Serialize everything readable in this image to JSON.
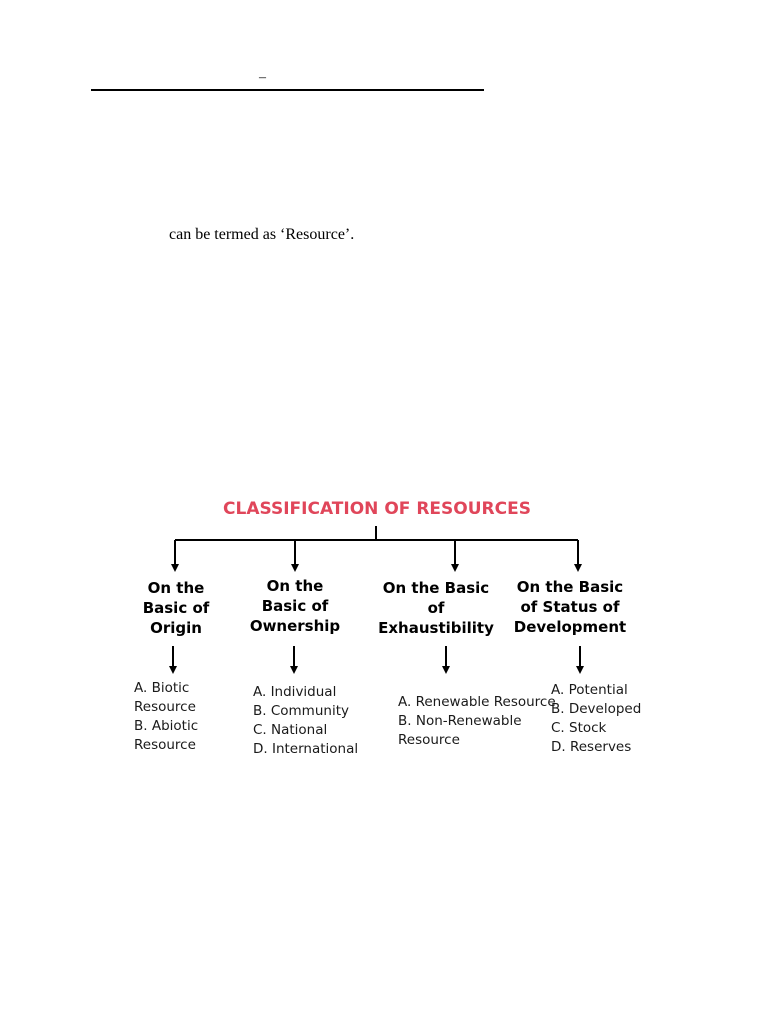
{
  "document": {
    "header_mark": "–",
    "body_line": "can be termed as ‘Resource’."
  },
  "diagram": {
    "title": "CLASSIFICATION OF RESOURCES",
    "title_color": "#e0465a",
    "branches": [
      {
        "heading": [
          "On the",
          "Basic of",
          "Origin"
        ],
        "items": [
          "A. Biotic",
          "Resource",
          "B. Abiotic",
          "Resource"
        ]
      },
      {
        "heading": [
          "On the",
          "Basic of",
          "Ownership"
        ],
        "items": [
          "A. Individual",
          "B. Community",
          "C. National",
          "D. International"
        ]
      },
      {
        "heading": [
          "On the Basic",
          "of",
          "Exhaustibility"
        ],
        "items": [
          "A. Renewable Resource",
          "B. Non-Renewable",
          "Resource"
        ]
      },
      {
        "heading": [
          "On the Basic",
          "of Status of",
          "Development"
        ],
        "items": [
          "A. Potential",
          "B. Developed",
          "C. Stock",
          "D. Reserves"
        ]
      }
    ]
  }
}
